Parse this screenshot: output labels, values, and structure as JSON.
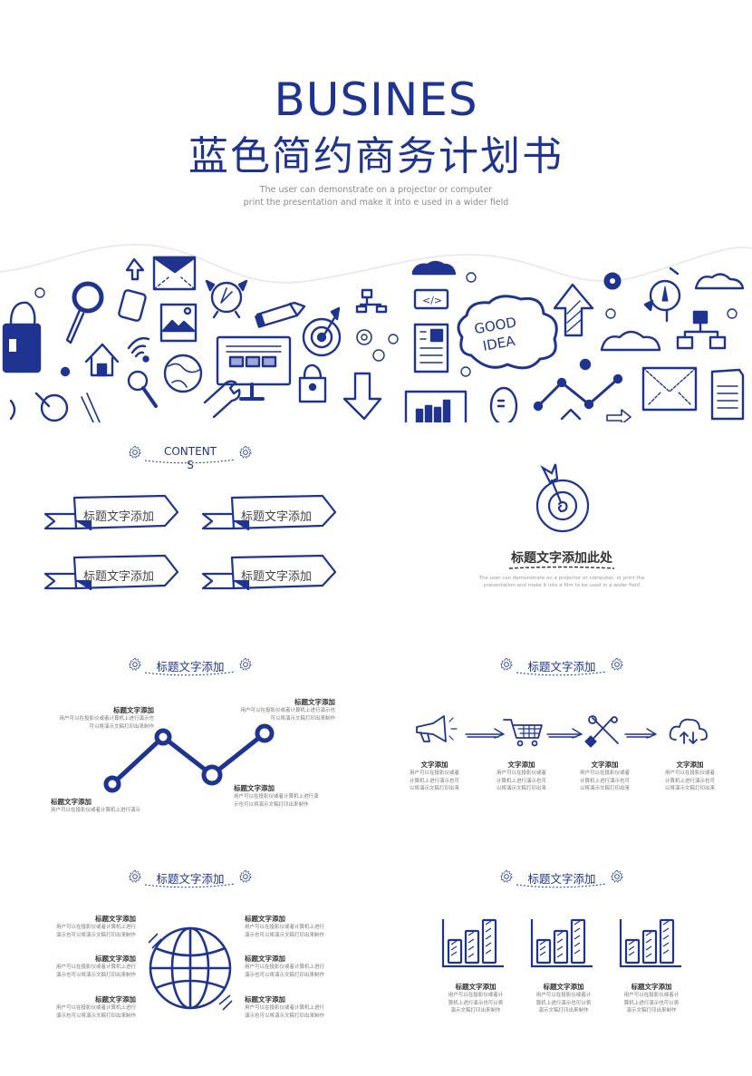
{
  "hero": {
    "title": "BUSINES",
    "subtitle": "蓝色简约商务计划书",
    "desc_line1": "The user can demonstrate on a projector or computer",
    "desc_line2": "print the presentation and make it into e used in a wider field",
    "banner_text": "GOOD IDEA"
  },
  "contents_slide": {
    "heading_line1": "CONTENT",
    "heading_line2": "S",
    "items": [
      {
        "label": "标题文字添加"
      },
      {
        "label": "标题文字添加"
      },
      {
        "label": "标题文字添加"
      },
      {
        "label": "标题文字添加"
      }
    ]
  },
  "target_slide": {
    "title": "标题文字添加此处",
    "desc_line1": "The user can demonstrate on a projector or computer, or print the",
    "desc_line2": "presentation and make it into a film to be used in a wider field"
  },
  "line_slide": {
    "heading": "标题文字添加",
    "points": [
      {
        "title": "标题文字添加",
        "line1": "用户可以在投影仪或者计算机上进行演示",
        "line2": ""
      },
      {
        "title": "标题文字添加",
        "line1": "用户可以在投影仪或者计算机上进行演示也",
        "line2": "可以将演示文稿打印出来制作"
      },
      {
        "title": "标题文字添加",
        "line1": "用户可以在投影仪或者计算机上进行演",
        "line2": "示也可以将演示文稿打印出来制作"
      },
      {
        "title": "标题文字添加",
        "line1": "用户可以在投影仪或者计算机上进行演示也",
        "line2": "可以将演示文稿打印出来制作"
      }
    ]
  },
  "process_slide": {
    "heading": "标题文字添加",
    "steps": [
      {
        "icon": "megaphone-icon",
        "title": "文字添加",
        "line1": "用户可以在投影仪或者",
        "line2": "计算机上进行演示也可",
        "line3": "以将演示文稿打印出来"
      },
      {
        "icon": "shopping-cart-icon",
        "title": "文字添加",
        "line1": "用户可以在投影仪或者",
        "line2": "计算机上进行演示也可",
        "line3": "以将演示文稿打印出来"
      },
      {
        "icon": "tools-icon",
        "title": "文字添加",
        "line1": "用户可以在投影仪或者",
        "line2": "计算机上进行演示也可",
        "line3": "以将演示文稿打印出来"
      },
      {
        "icon": "cloud-sync-icon",
        "title": "文字添加",
        "line1": "用户可以在投影仪或者",
        "line2": "计算机上进行演示也可",
        "line3": "以将演示文稿打印出来"
      }
    ]
  },
  "globe_slide": {
    "heading": "标题文字添加",
    "left": [
      {
        "title": "标题文字添加",
        "line1": "用户可以在投影仪或者计算机上进行",
        "line2": "演示也可以将演示文稿打印出来制作"
      },
      {
        "title": "标题文字添加",
        "line1": "用户可以在投影仪或者计算机上进行",
        "line2": "演示也可以将演示文稿打印出来制作"
      },
      {
        "title": "标题文字添加",
        "line1": "用户可以在投影仪或者计算机上进行",
        "line2": "演示也可以将演示文稿打印出来制作"
      }
    ],
    "right": [
      {
        "title": "标题文字添加",
        "line1": "用户可以在投影仪或者计算机上进行",
        "line2": "演示也可以将演示文稿打印出来制作"
      },
      {
        "title": "标题文字添加",
        "line1": "用户可以在投影仪或者计算机上进行",
        "line2": "演示也可以将演示文稿打印出来制作"
      },
      {
        "title": "标题文字添加",
        "line1": "用户可以在投影仪或者计算机上进行",
        "line2": "演示也可以将演示文稿打印出来制作"
      }
    ]
  },
  "bars_slide": {
    "heading": "标题文字添加",
    "items": [
      {
        "title": "标题文字添加",
        "line1": "用户可以在投影仪或者计",
        "line2": "算机上进行演示也可以将",
        "line3": "演示文稿打印出来制作"
      },
      {
        "title": "标题文字添加",
        "line1": "用户可以在投影仪或者计",
        "line2": "算机上进行演示也可以将",
        "line3": "演示文稿打印出来制作"
      },
      {
        "title": "标题文字添加",
        "line1": "用户可以在投影仪或者计",
        "line2": "算机上进行演示也可以将",
        "line3": "演示文稿打印出来制作"
      }
    ]
  },
  "colors": {
    "brand_blue": "#1e3490",
    "text_dark": "#333333",
    "text_muted": "#8a8a8a"
  }
}
